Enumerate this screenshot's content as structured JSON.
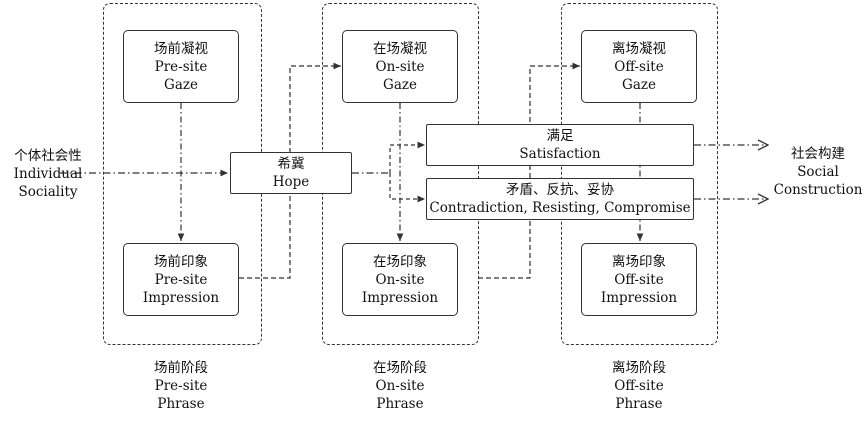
{
  "stages": {
    "pre": {
      "gaze": [
        "场前凝视",
        "Pre-site",
        "Gaze"
      ],
      "impression": [
        "场前印象",
        "Pre-site",
        "Impression"
      ],
      "phase": [
        "场前阶段",
        "Pre-site",
        "Phrase"
      ]
    },
    "on": {
      "gaze": [
        "在场凝视",
        "On-site",
        "Gaze"
      ],
      "impression": [
        "在场印象",
        "On-site",
        "Impression"
      ],
      "phase": [
        "在场阶段",
        "On-site",
        "Phrase"
      ]
    },
    "off": {
      "gaze": [
        "离场凝视",
        "Off-site",
        "Gaze"
      ],
      "impression": [
        "离场印象",
        "Off-site",
        "Impression"
      ],
      "phase": [
        "离场阶段",
        "Off-site",
        "Phrase"
      ]
    }
  },
  "input": [
    "个体社会性",
    "Individual",
    "Sociality"
  ],
  "hope": [
    "希冀",
    "Hope"
  ],
  "satisfaction": [
    "满足",
    "Satisfaction"
  ],
  "contradiction": [
    "矛盾、反抗、妥协",
    "Contradiction, Resisting, Compromise"
  ],
  "output": [
    "社会构建",
    "Social",
    "Construction"
  ],
  "colors": {
    "line": "#333333",
    "text": "#111111",
    "background": "#ffffff"
  }
}
